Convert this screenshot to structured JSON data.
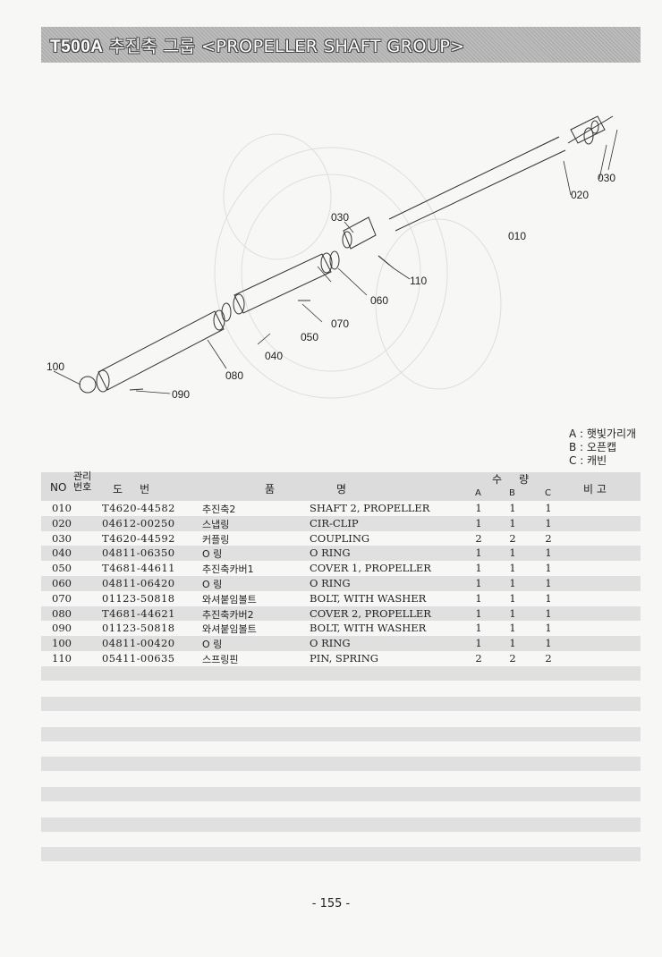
{
  "header": {
    "model": "T500A",
    "title": "추진축 그룹  <PROPELLER SHAFT GROUP>"
  },
  "diagram": {
    "callouts": [
      "010",
      "020",
      "030",
      "030",
      "040",
      "050",
      "060",
      "070",
      "080",
      "090",
      "100",
      "110"
    ]
  },
  "legend": [
    "A : 햇빛가리개",
    "B : 오픈캡",
    "C : 캐빈"
  ],
  "table": {
    "headers": {
      "no": "NO",
      "mgmt": "관리\n번호",
      "drawing": "도     번",
      "name_left": "품",
      "name_right": "명",
      "qty": "수     량",
      "qa": "A",
      "qb": "B",
      "qc": "C",
      "remarks": "비 고"
    },
    "rows": [
      {
        "no": "010",
        "part": "T4620-44582",
        "kr": "추진축2",
        "en": "SHAFT 2, PROPELLER",
        "a": "1",
        "b": "1",
        "c": "1"
      },
      {
        "no": "020",
        "part": "04612-00250",
        "kr": "스냅링",
        "en": "CIR-CLIP",
        "a": "1",
        "b": "1",
        "c": "1"
      },
      {
        "no": "030",
        "part": "T4620-44592",
        "kr": "커플링",
        "en": "COUPLING",
        "a": "2",
        "b": "2",
        "c": "2"
      },
      {
        "no": "040",
        "part": "04811-06350",
        "kr": "O 링",
        "en": "O RING",
        "a": "1",
        "b": "1",
        "c": "1"
      },
      {
        "no": "050",
        "part": "T4681-44611",
        "kr": "추진축카버1",
        "en": "COVER 1, PROPELLER",
        "a": "1",
        "b": "1",
        "c": "1"
      },
      {
        "no": "060",
        "part": "04811-06420",
        "kr": "O 링",
        "en": "O RING",
        "a": "1",
        "b": "1",
        "c": "1"
      },
      {
        "no": "070",
        "part": "01123-50818",
        "kr": "와셔붙임볼트",
        "en": "BOLT, WITH WASHER",
        "a": "1",
        "b": "1",
        "c": "1"
      },
      {
        "no": "080",
        "part": "T4681-44621",
        "kr": "추진축카버2",
        "en": "COVER 2, PROPELLER",
        "a": "1",
        "b": "1",
        "c": "1"
      },
      {
        "no": "090",
        "part": "01123-50818",
        "kr": "와셔붙임볼트",
        "en": "BOLT, WITH WASHER",
        "a": "1",
        "b": "1",
        "c": "1"
      },
      {
        "no": "100",
        "part": "04811-00420",
        "kr": "O 링",
        "en": "O RING",
        "a": "1",
        "b": "1",
        "c": "1"
      },
      {
        "no": "110",
        "part": "05411-00635",
        "kr": "스프링핀",
        "en": "PIN, SPRING",
        "a": "2",
        "b": "2",
        "c": "2"
      }
    ]
  },
  "page_number": "- 155 -"
}
